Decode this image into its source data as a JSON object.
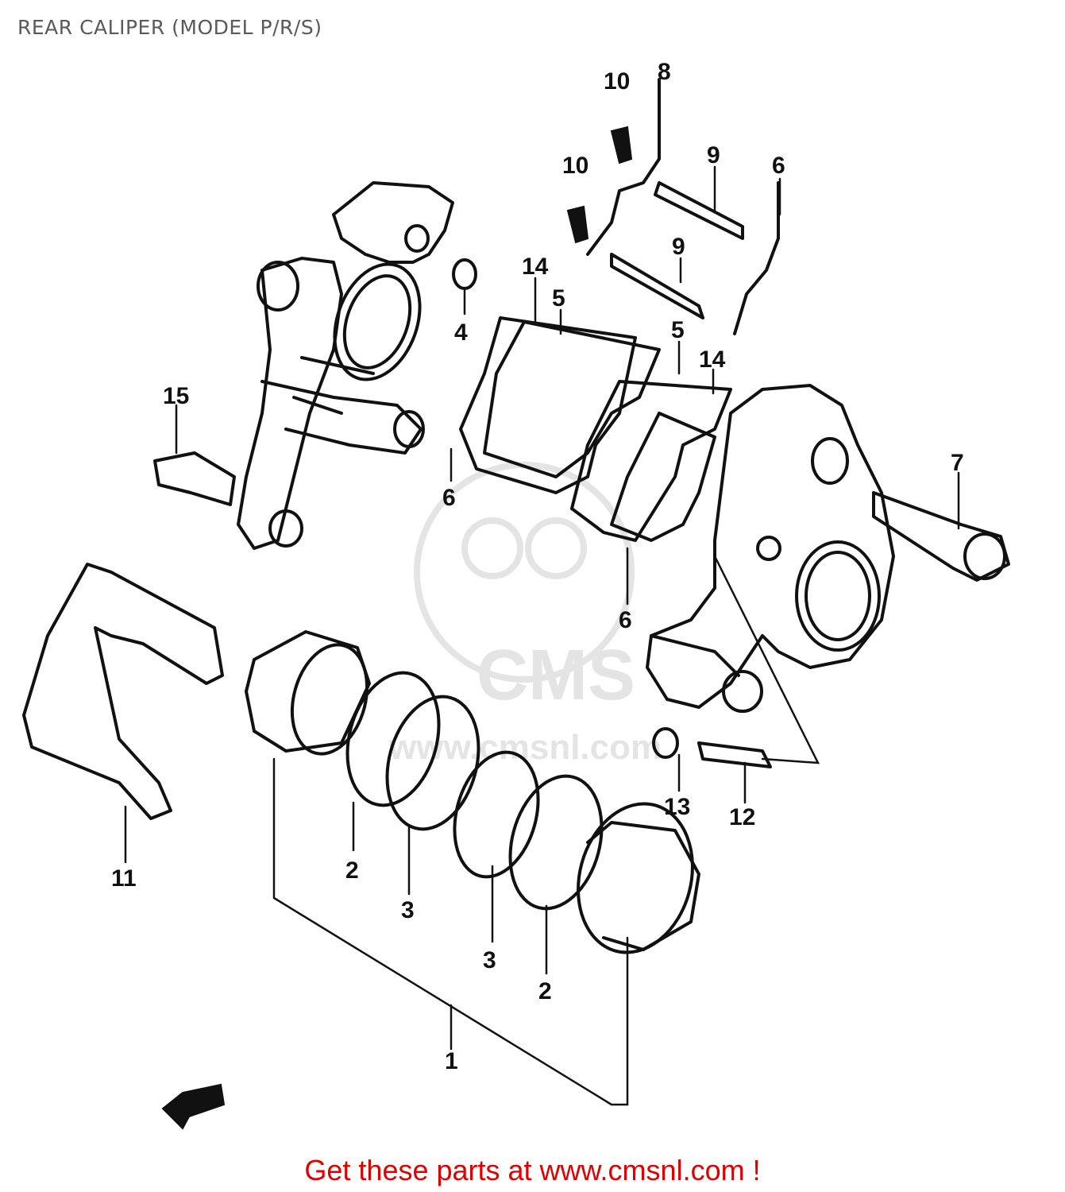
{
  "title": "REAR CALIPER (MODEL P/R/S)",
  "footer": "Get these parts at www.cmsnl.com !",
  "watermark": {
    "logo_text": "CMS",
    "url_text": "www.cmsnl.com"
  },
  "callouts": [
    "10",
    "8",
    "10",
    "9",
    "6",
    "9",
    "14",
    "5",
    "5",
    "14",
    "4",
    "15",
    "6",
    "6",
    "7",
    "13",
    "12",
    "11",
    "2",
    "3",
    "3",
    "2",
    "1"
  ],
  "icons": {
    "fwd_arrow": "forward-direction-arrow-icon"
  },
  "colors": {
    "footer": "#e00000",
    "title": "#5a5a5a",
    "line": "#111111"
  }
}
